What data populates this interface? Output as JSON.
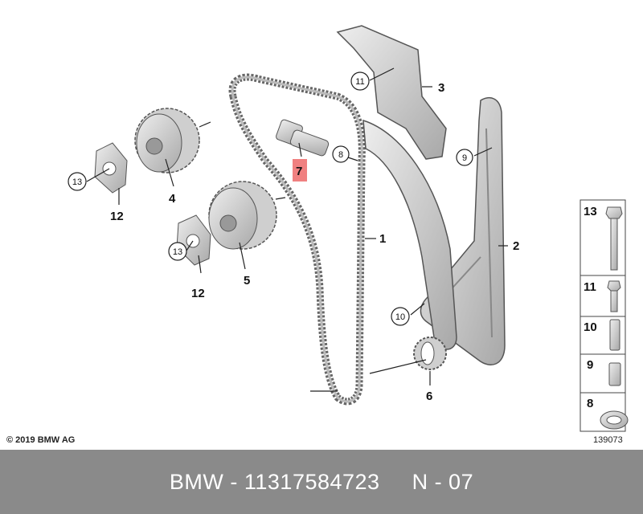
{
  "labels": {
    "p1": "1",
    "p2": "2",
    "p3": "3",
    "p4": "4",
    "p5": "5",
    "p6": "6",
    "p7": "7",
    "p8": "8",
    "p9": "9",
    "p10": "10",
    "p11": "11",
    "p12a": "12",
    "p12b": "12",
    "p13a": "13",
    "p13b": "13"
  },
  "legend": [
    "13",
    "11",
    "10",
    "9",
    "8"
  ],
  "copyright": "© 2019 BMW AG",
  "image_number": "139073",
  "footer": {
    "text": "BMW - 11317584723     N - 07"
  },
  "colors": {
    "highlight": "#f08080",
    "footer_bg": "#8a8a8a",
    "part_fill": "#d4d4d4",
    "part_dark": "#9a9a9a"
  }
}
